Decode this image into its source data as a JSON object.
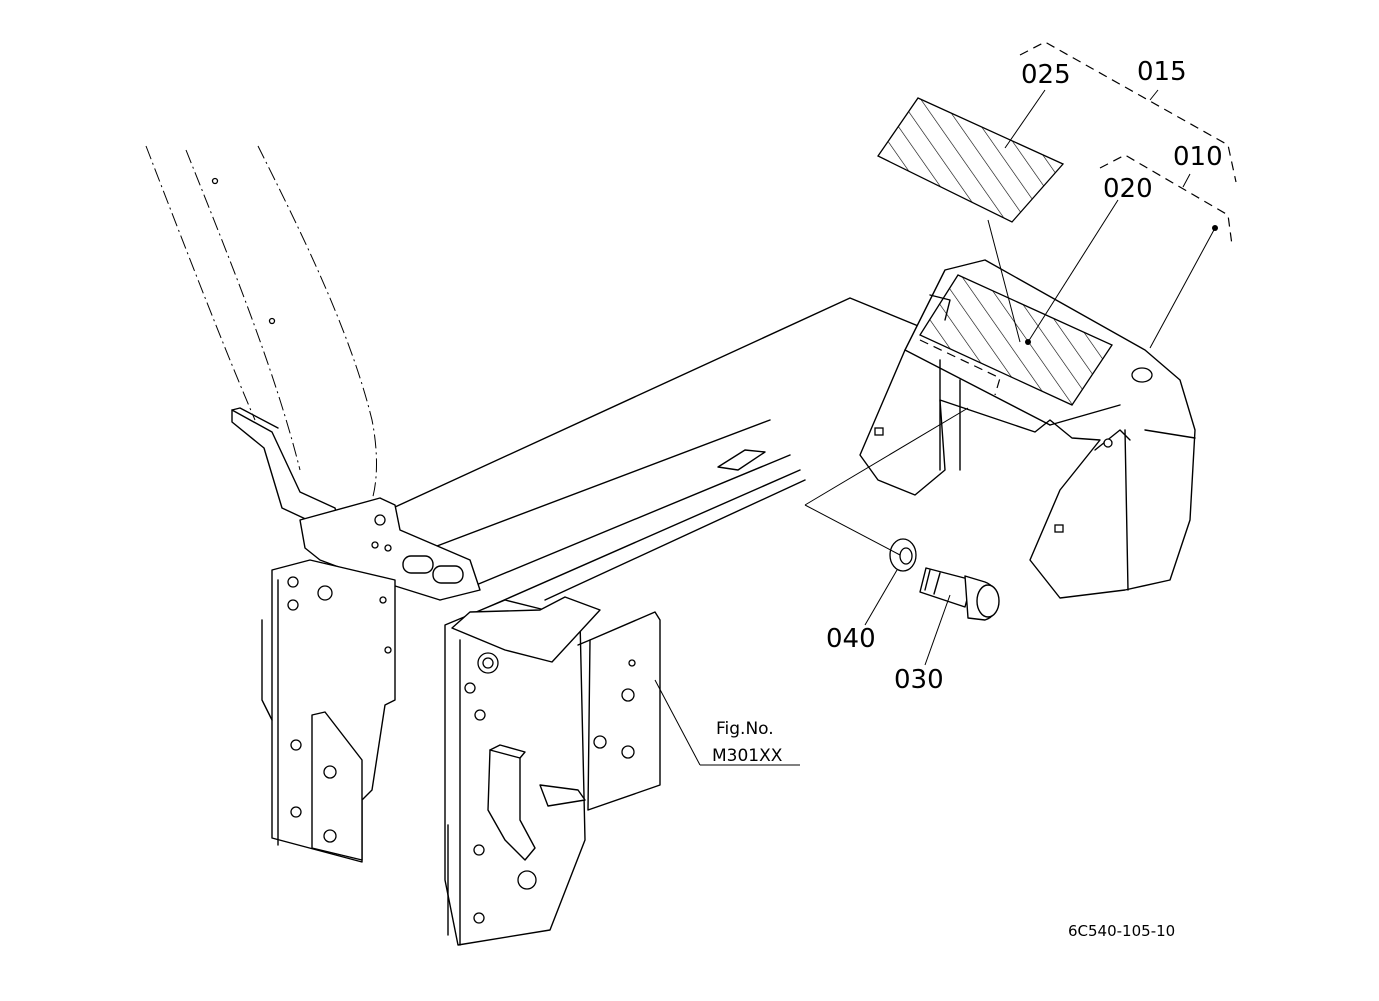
{
  "labels": {
    "p015": "015",
    "p010": "010",
    "p025": "025",
    "p020": "020",
    "p040": "040",
    "p030": "030"
  },
  "figure_ref": {
    "line1": "Fig.No.",
    "line2": "M301XX"
  },
  "drawing_code": "6C540-105-10"
}
